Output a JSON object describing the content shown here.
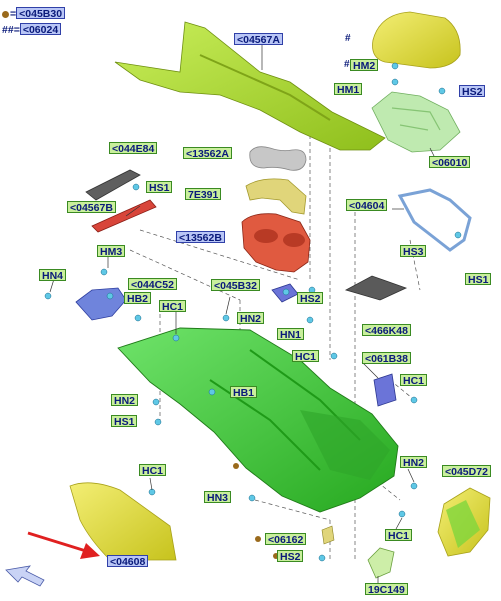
{
  "legend": [
    {
      "symbol": "dot",
      "symbol_text": "",
      "eq": "=",
      "code": "<045B30"
    },
    {
      "symbol": "hash",
      "symbol_text": "#",
      "eq": "=",
      "code": "<06024"
    }
  ],
  "labels": [
    {
      "id": "04567A",
      "text": "<04567A",
      "style": "b"
    },
    {
      "id": "HM2",
      "text": "HM2",
      "style": "g"
    },
    {
      "id": "HM1",
      "text": "HM1",
      "style": "g"
    },
    {
      "id": "HS2_top",
      "text": "HS2",
      "style": "b"
    },
    {
      "id": "06010",
      "text": "<06010",
      "style": "g"
    },
    {
      "id": "044E84",
      "text": "<044E84",
      "style": "g"
    },
    {
      "id": "13562A",
      "text": "<13562A",
      "style": "g"
    },
    {
      "id": "HS1_a",
      "text": "HS1",
      "style": "g"
    },
    {
      "id": "7E391",
      "text": "7E391",
      "style": "g"
    },
    {
      "id": "04567B",
      "text": "<04567B",
      "style": "g"
    },
    {
      "id": "04604",
      "text": "<04604",
      "style": "g"
    },
    {
      "id": "13562B",
      "text": "<13562B",
      "style": "b"
    },
    {
      "id": "HM3",
      "text": "HM3",
      "style": "g"
    },
    {
      "id": "HS3",
      "text": "HS3",
      "style": "g"
    },
    {
      "id": "HS1_r",
      "text": "HS1",
      "style": "g"
    },
    {
      "id": "HN4",
      "text": "HN4",
      "style": "g"
    },
    {
      "id": "044C52",
      "text": "<044C52",
      "style": "g"
    },
    {
      "id": "045B32",
      "text": "<045B32",
      "style": "g"
    },
    {
      "id": "HB2",
      "text": "HB2",
      "style": "g"
    },
    {
      "id": "HS2_mid",
      "text": "HS2",
      "style": "g"
    },
    {
      "id": "HC1_a",
      "text": "HC1",
      "style": "g"
    },
    {
      "id": "HN2_a",
      "text": "HN2",
      "style": "g"
    },
    {
      "id": "466K48",
      "text": "<466K48",
      "style": "g"
    },
    {
      "id": "HN1",
      "text": "HN1",
      "style": "g"
    },
    {
      "id": "HC1_b",
      "text": "HC1",
      "style": "g"
    },
    {
      "id": "061B38",
      "text": "<061B38",
      "style": "g"
    },
    {
      "id": "HC1_c",
      "text": "HC1",
      "style": "g"
    },
    {
      "id": "HB1",
      "text": "HB1",
      "style": "g"
    },
    {
      "id": "HN2_b",
      "text": "HN2",
      "style": "g"
    },
    {
      "id": "HS1_b",
      "text": "HS1",
      "style": "g"
    },
    {
      "id": "HC1_d",
      "text": "HC1",
      "style": "g"
    },
    {
      "id": "HN2_c",
      "text": "HN2",
      "style": "g"
    },
    {
      "id": "045D72",
      "text": "<045D72",
      "style": "g"
    },
    {
      "id": "HN3",
      "text": "HN3",
      "style": "g"
    },
    {
      "id": "HC1_e",
      "text": "HC1",
      "style": "g"
    },
    {
      "id": "06162",
      "text": "<06162",
      "style": "g"
    },
    {
      "id": "04608",
      "text": "<04608",
      "style": "b"
    },
    {
      "id": "HS2_bot",
      "text": "HS2",
      "style": "g"
    },
    {
      "id": "19C149",
      "text": "19C149",
      "style": "g"
    }
  ],
  "hash_marks": [
    "#",
    "#"
  ],
  "colors": {
    "label_green_fill": "#c9ef9c",
    "label_blue_fill": "#b9c6f6",
    "label_text": "#0a1a7a",
    "arrow": "#e02020",
    "console": "#3cc83a"
  }
}
